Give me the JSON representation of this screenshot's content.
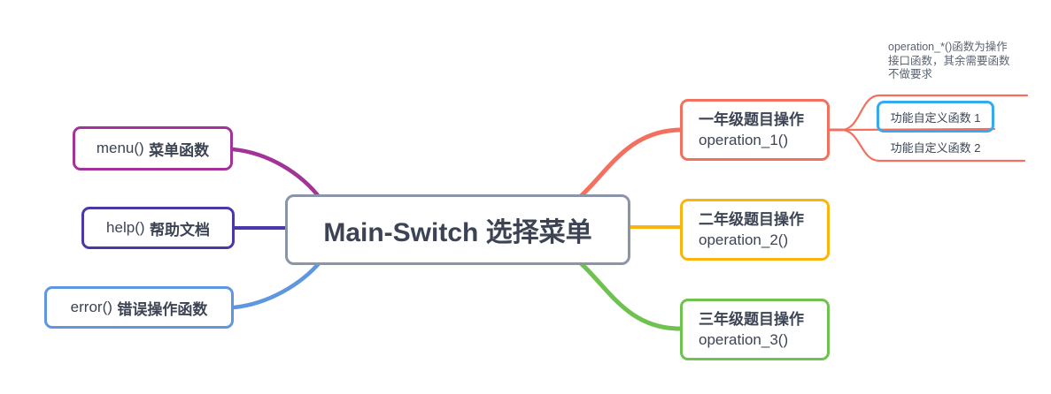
{
  "colors": {
    "background": "#ffffff",
    "text_dark": "#3c4454",
    "annotation_gray": "#5b6372",
    "central_border": "#8b95a8",
    "selection_blue": "#35aaf0"
  },
  "central_node": {
    "label": "Main-Switch 选择菜单"
  },
  "left_nodes": [
    {
      "code": "menu()",
      "label": "菜单函数",
      "color": "#a13496"
    },
    {
      "code": "help()",
      "label": "帮助文档",
      "color": "#4a38ab"
    },
    {
      "code": "error()",
      "label": "错误操作函数",
      "color": "#5e97e0"
    }
  ],
  "right_nodes": [
    {
      "title": "一年级题目操作",
      "subtitle": "operation_1()",
      "color": "#f4705e"
    },
    {
      "title": "二年级题目操作",
      "subtitle": "operation_2()",
      "color": "#fbb40d"
    },
    {
      "title": "三年级题目操作",
      "subtitle": "operation_3()",
      "color": "#6ec24f"
    }
  ],
  "annotation": {
    "lines": [
      "operation_*()函数为操作",
      "接口函数，其余需要函数",
      "不做要求"
    ]
  },
  "sub_topics": [
    {
      "label": "功能自定义函数 1",
      "selected": true
    },
    {
      "label": "功能自定义函数 2",
      "selected": false
    }
  ]
}
